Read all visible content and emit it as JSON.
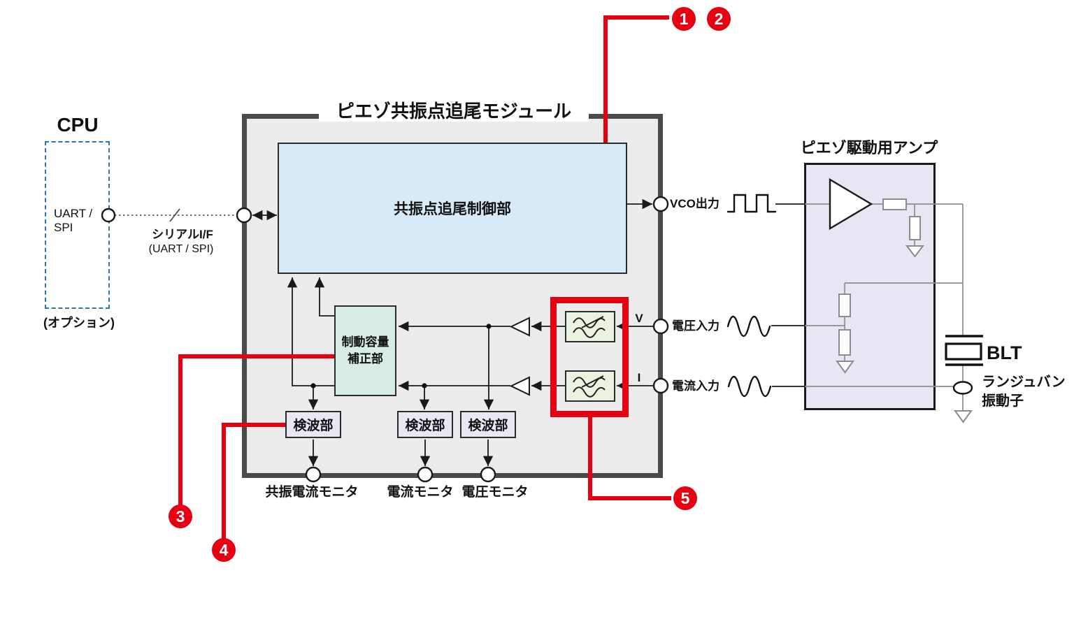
{
  "colors": {
    "accent_red": "#e60012",
    "module_border": "#4a4a4a",
    "module_fill": "#ececec",
    "controller_fill": "#d6ebf7",
    "damping_fill": "#d7ece3",
    "detector_fill": "#eae7f2",
    "filter_fill": "#eaf3e0",
    "amp_fill": "#e8e6f3",
    "cpu_border_blue": "#2e75b6",
    "wire": "#1a1a1a",
    "amp_wire": "#8c8c8c"
  },
  "cpu": {
    "title": "CPU",
    "interface": "UART /\nSPI",
    "note": "(オプション)"
  },
  "serial": {
    "label": "シリアルI/F",
    "sublabel": "(UART / SPI)"
  },
  "module": {
    "title": "ピエゾ共振点追尾モジュール",
    "controller": "共振点追尾制御部",
    "damping": "制動容量\n補正部",
    "detectors": [
      "検波部",
      "検波部",
      "検波部"
    ],
    "monitors": [
      "共振電流モニタ",
      "電流モニタ",
      "電圧モニタ"
    ]
  },
  "ports": {
    "vco": "VCO出力",
    "voltage": "電圧入力",
    "current": "電流入力",
    "v": "V",
    "i": "I"
  },
  "amp": {
    "title": "ピエゾ駆動用アンプ"
  },
  "transducer": {
    "label": "BLT",
    "sublabel": "ランジュバン\n振動子"
  },
  "callouts": {
    "c1": "1",
    "c2": "2",
    "c3": "3",
    "c4": "4",
    "c5": "5"
  }
}
